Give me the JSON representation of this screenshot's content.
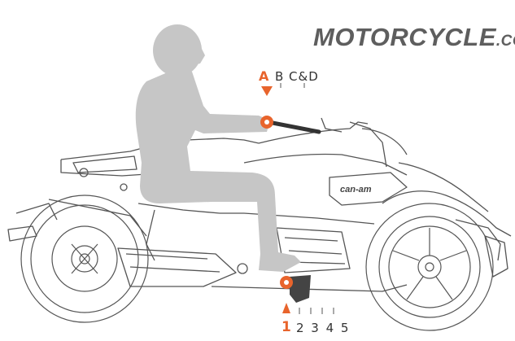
{
  "brand": {
    "logo_main": "MOTORCYCLE",
    "logo_domain": ".COM"
  },
  "handlebar": {
    "selected": "A",
    "others": "B C&D"
  },
  "footpeg": {
    "selected": "1",
    "others": "2 3 4 5"
  },
  "colors": {
    "accent": "#e8642c",
    "rider": "#c6c6c6",
    "line": "#555555",
    "logo": "#5e5e5e"
  }
}
